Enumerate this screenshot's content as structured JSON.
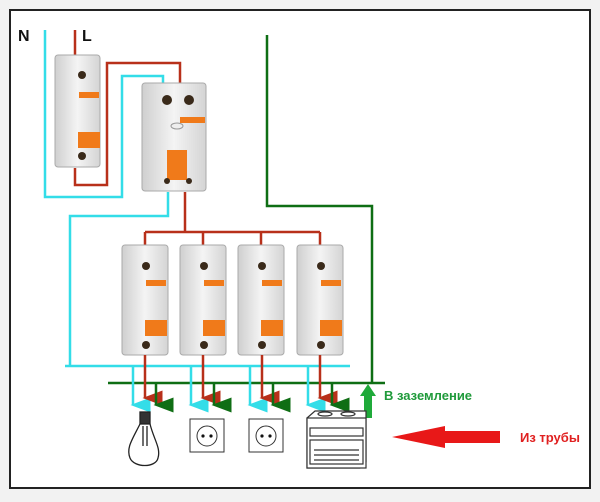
{
  "labels": {
    "neutral": "N",
    "line": "L",
    "ground": "В заземление",
    "from_pipe": "Из трубы"
  },
  "colors": {
    "neutral_wire": "#33dde8",
    "line_wire": "#b8301a",
    "ground_wire": "#0f6e14",
    "ground_arrow": "#1faa3a",
    "pipe_arrow": "#e81818",
    "breaker_handle": "#f07a1a"
  },
  "components": {
    "main_breaker": "circuit-breaker",
    "rcd": "residual-current-device",
    "branch_breakers": 4,
    "loads": [
      "lamp-icon",
      "socket-icon",
      "socket-icon",
      "stove-icon"
    ]
  }
}
